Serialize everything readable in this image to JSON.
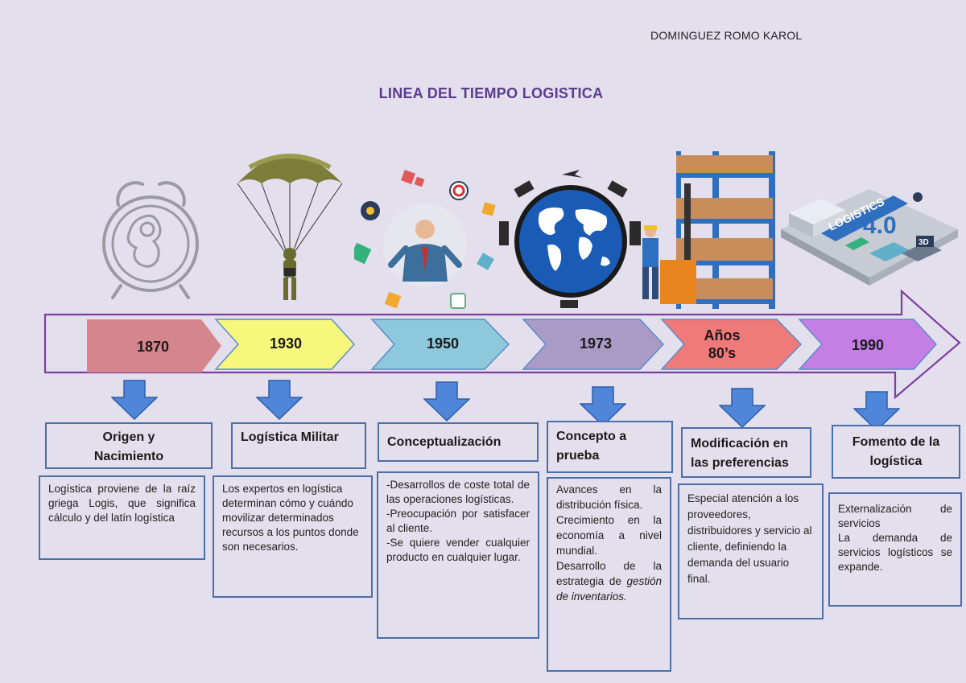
{
  "author": "DOMINGUEZ ROMO KAROL",
  "title": "LINEA DEL TIEMPO LOGISTICA",
  "illustrations": [
    "alarm-clock-baby-icon",
    "parachute-soldier-icon",
    "business-person-puzzle-icon",
    "globe-transport-icon",
    "warehouse-forklift-icon",
    "logistics-4-0-isometric-icon"
  ],
  "illustration_text": {
    "logistics": "LOGISTICS",
    "version": "4.0",
    "three_d": "3D"
  },
  "colors": {
    "background": "#e4dfec",
    "title": "#5a3b8c",
    "timeline_outline": "#7b3fa0",
    "box_border": "#4a6ea9",
    "arrow_blue": "#4f86d9",
    "chevrons": [
      "#d4868c",
      "#f7f77c",
      "#8dc8dc",
      "#a99bc6",
      "#f07a7a",
      "#c47ee6"
    ]
  },
  "periods": [
    {
      "year": "1870",
      "heading": "Origen y Nacimiento",
      "description": "Logística proviene de la raíz griega Logis, que significa cálculo y del latín logística"
    },
    {
      "year": "1930",
      "heading": "Logística Militar",
      "description": "Los expertos en logística determinan cómo y cuándo movilizar determinados recursos a los puntos donde son necesarios."
    },
    {
      "year": "1950",
      "heading": "Conceptualización",
      "description_lines": [
        "-Desarrollos de coste total de las operaciones logísticas.",
        "-Preocupación por satisfacer al cliente.",
        "-Se quiere vender cualquier producto en cualquier lugar."
      ]
    },
    {
      "year": "1973",
      "heading": "Concepto a prueba",
      "description_lines": [
        "Avances en la distribución física.",
        "Crecimiento en la economía a nivel mundial.",
        "Desarrollo de la estrategia de"
      ],
      "description_italic": "gestión de inventarios."
    },
    {
      "year": "Años 80’s",
      "heading": "Modificación en las preferencias",
      "description": "Especial atención a los proveedores, distribuidores y servicio al cliente, definiendo la demanda del usuario final."
    },
    {
      "year": "1990",
      "heading": "Fomento de la logística",
      "description_lines": [
        "Externalización de servicios",
        "La demanda de servicios logísticos se expande."
      ]
    }
  ]
}
